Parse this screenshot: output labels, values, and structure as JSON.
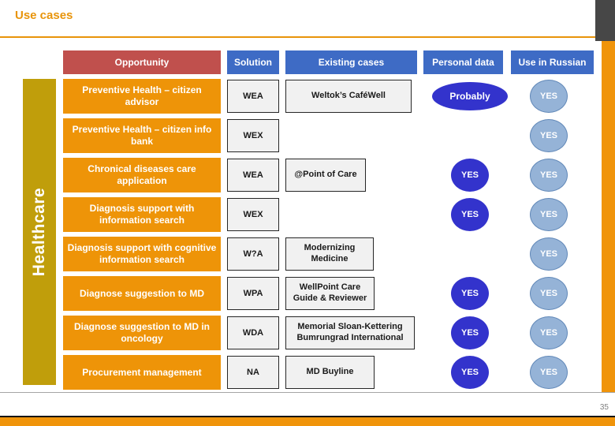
{
  "slide": {
    "title": "Use cases",
    "page_number": "35"
  },
  "category_label": "Healthcare",
  "table": {
    "headers": [
      {
        "label": "Opportunity"
      },
      {
        "label": "Solution"
      },
      {
        "label": "Existing cases"
      },
      {
        "label": "Personal data"
      },
      {
        "label": "Use in Russian"
      }
    ],
    "rows": [
      {
        "opportunity": "Preventive Health – citizen advisor",
        "solution": "WEA",
        "existing_case": "Weltok’s CaféWell",
        "personal_data": "Probably",
        "use_in_russian": "YES"
      },
      {
        "opportunity": "Preventive Health – citizen info bank",
        "solution": "WEX",
        "existing_case": "",
        "personal_data": "",
        "use_in_russian": "YES"
      },
      {
        "opportunity": "Chronical diseases care application",
        "solution": "WEA",
        "existing_case": "@Point of Care",
        "personal_data": "YES",
        "use_in_russian": "YES"
      },
      {
        "opportunity": "Diagnosis support with information search",
        "solution": "WEX",
        "existing_case": "",
        "personal_data": "YES",
        "use_in_russian": "YES"
      },
      {
        "opportunity": "Diagnosis support with cognitive information search",
        "solution": "W?A",
        "existing_case": "Modernizing Medicine",
        "personal_data": "",
        "use_in_russian": "YES"
      },
      {
        "opportunity": "Diagnose suggestion to MD",
        "solution": "WPA",
        "existing_case": "WellPoint Care Guide & Reviewer",
        "personal_data": "YES",
        "use_in_russian": "YES"
      },
      {
        "opportunity": "Diagnose suggestion to MD in oncology",
        "solution": "WDA",
        "existing_case": "Memorial Sloan-Kettering Bumrungrad International",
        "personal_data": "YES",
        "use_in_russian": "YES"
      },
      {
        "opportunity": "Procurement management",
        "solution": "NA",
        "existing_case": "MD Buyline",
        "personal_data": "YES",
        "use_in_russian": "YES"
      }
    ]
  },
  "colors": {
    "accent_orange": "#EE9408",
    "gold_bar": "#C09E0B",
    "header_red": "#C0504D",
    "header_blue": "#3E6BC5",
    "dark_ellipse_blue": "#3333CC",
    "light_ellipse_blue": "#95B3D7",
    "corner_gray": "#474747"
  }
}
